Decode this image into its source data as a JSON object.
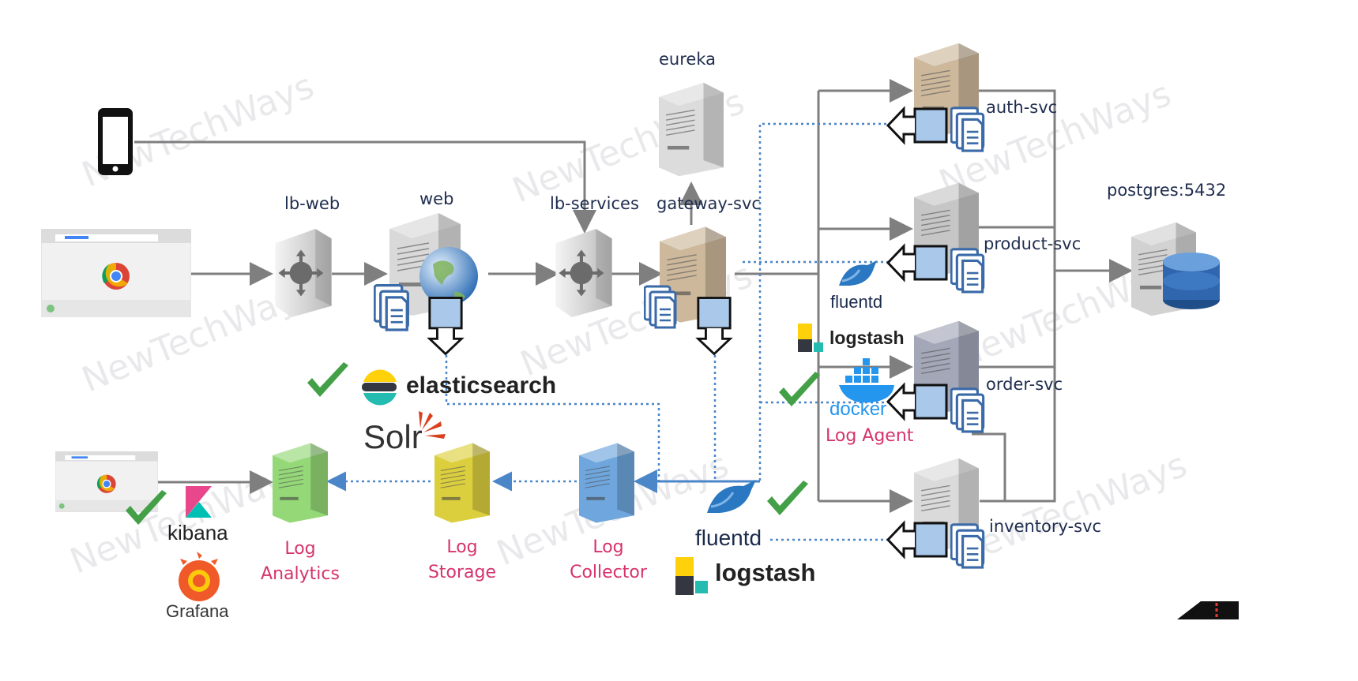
{
  "watermark": "NewTechWays",
  "nodes": {
    "lb_web": "lb-web",
    "web": "web",
    "lb_services": "lb-services",
    "eureka": "eureka",
    "gateway": "gateway-svc",
    "auth": "auth-svc",
    "product": "product-svc",
    "order": "order-svc",
    "inventory": "inventory-svc",
    "postgres": "postgres:5432"
  },
  "logging": {
    "agent": "Log Agent",
    "collector": [
      "Log",
      "Collector"
    ],
    "storage": [
      "Log",
      "Storage"
    ],
    "analytics": [
      "Log",
      "Analytics"
    ]
  },
  "brands": {
    "elasticsearch": "elasticsearch",
    "solr": "Solr",
    "kibana": "kibana",
    "grafana": "Grafana",
    "fluentd": "fluentd",
    "logstash": "logstash",
    "docker": "docker",
    "chrome_tab": "Google Chrome"
  },
  "colors": {
    "navy_text": "#1f2d4f",
    "pink_text": "#d6336c",
    "check": "#43a047",
    "connector": "#7f7f7f",
    "log_flow": "#4a86c8"
  }
}
